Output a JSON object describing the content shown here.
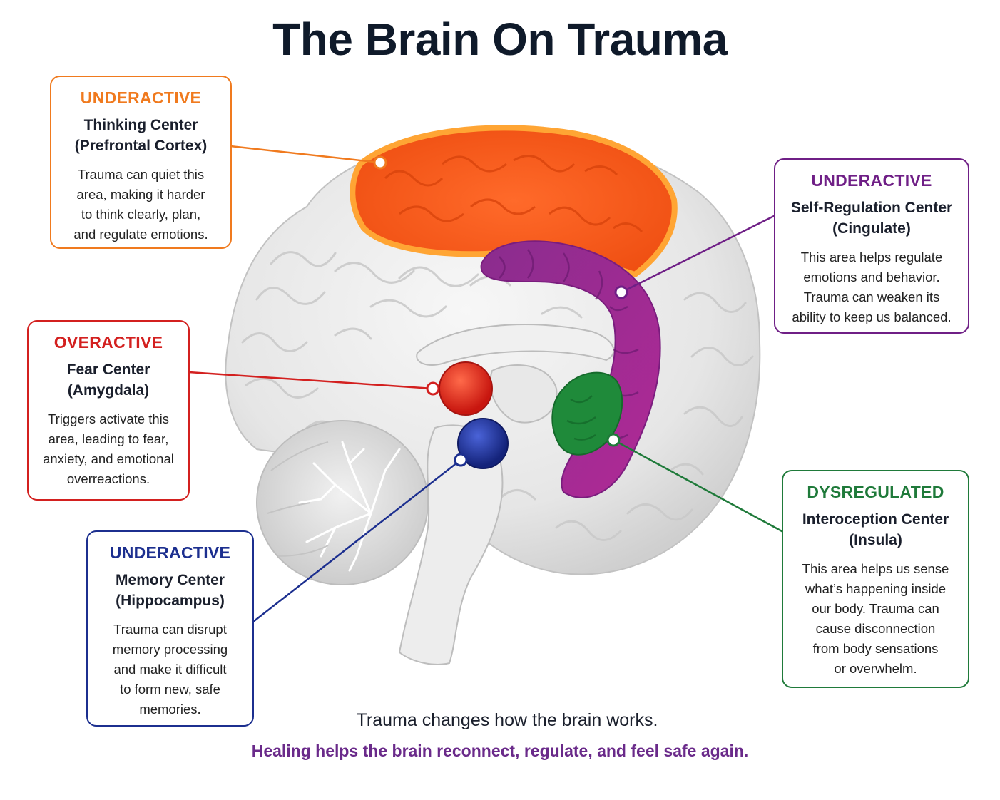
{
  "title": "The Brain On Trauma",
  "colors": {
    "prefrontal": "#f26a1b",
    "amygdala": "#d3201f",
    "hippocampus": "#1c2f8f",
    "cingulate": "#6f1f86",
    "insula": "#1f7a3a",
    "footer_accent": "#6a2a8a"
  },
  "callouts": {
    "prefrontal": {
      "status": "UNDERACTIVE",
      "name_line1": "Thinking Center",
      "name_line2": "(Prefrontal Cortex)",
      "desc": [
        "Trauma can quiet this",
        "area, making it harder",
        "to think clearly, plan,",
        "and regulate emotions."
      ]
    },
    "amygdala": {
      "status": "OVERACTIVE",
      "name_line1": "Fear Center",
      "name_line2": "(Amygdala)",
      "desc": [
        "Triggers activate this",
        "area, leading to fear,",
        "anxiety, and emotional",
        "overreactions."
      ]
    },
    "hippocampus": {
      "status": "UNDERACTIVE",
      "name_line1": "Memory Center",
      "name_line2": "(Hippocampus)",
      "desc": [
        "Trauma can disrupt",
        "memory processing",
        "and make it difficult",
        "to form new, safe",
        "memories."
      ]
    },
    "cingulate": {
      "status": "UNDERACTIVE",
      "name_line1": "Self-Regulation Center",
      "name_line2": "(Cingulate)",
      "desc": [
        "This area helps regulate",
        "emotions and behavior.",
        "Trauma can weaken its",
        "ability to keep us balanced."
      ]
    },
    "insula": {
      "status": "DYSREGULATED",
      "name_line1": "Interoception Center",
      "name_line2": "(Insula)",
      "desc": [
        "This area helps us sense",
        "what’s happening inside",
        "our body. Trauma can",
        "cause disconnection",
        "from body sensations",
        "or overwhelm."
      ]
    }
  },
  "footer": {
    "line1": "Trauma changes how the brain works.",
    "line2": "Healing helps the brain reconnect, regulate, and feel safe again."
  }
}
